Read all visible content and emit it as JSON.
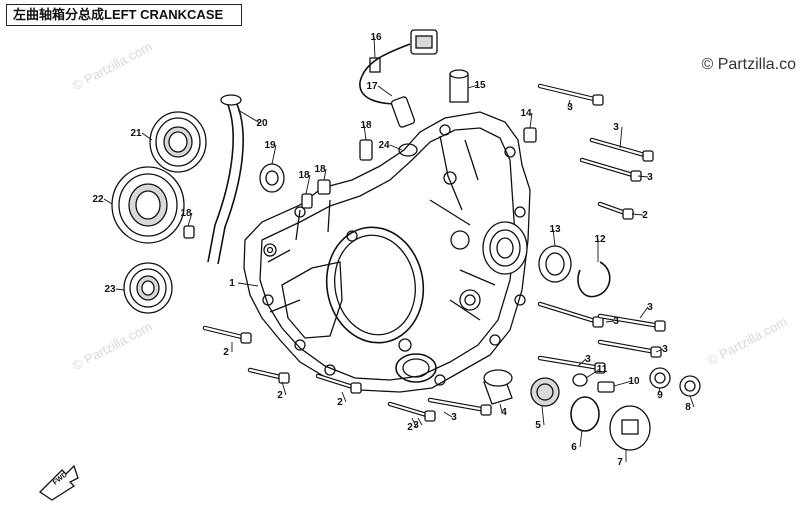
{
  "title": "左曲轴箱分总成LEFT CRANKCASE",
  "watermark": "© Partzilla.com",
  "watermark_corner": "© Partzilla.co",
  "fwd_label": "FWD",
  "callouts": [
    {
      "n": "1"
    },
    {
      "n": "2"
    },
    {
      "n": "2"
    },
    {
      "n": "2"
    },
    {
      "n": "2"
    },
    {
      "n": "2"
    },
    {
      "n": "3"
    },
    {
      "n": "3"
    },
    {
      "n": "3"
    },
    {
      "n": "3"
    },
    {
      "n": "3"
    },
    {
      "n": "3"
    },
    {
      "n": "3"
    },
    {
      "n": "3"
    },
    {
      "n": "4"
    },
    {
      "n": "5"
    },
    {
      "n": "6"
    },
    {
      "n": "7"
    },
    {
      "n": "8"
    },
    {
      "n": "9"
    },
    {
      "n": "10"
    },
    {
      "n": "11"
    },
    {
      "n": "12"
    },
    {
      "n": "13"
    },
    {
      "n": "14"
    },
    {
      "n": "15"
    },
    {
      "n": "16"
    },
    {
      "n": "17"
    },
    {
      "n": "18"
    },
    {
      "n": "18"
    },
    {
      "n": "18"
    },
    {
      "n": "18"
    },
    {
      "n": "19"
    },
    {
      "n": "20"
    },
    {
      "n": "21"
    },
    {
      "n": "22"
    },
    {
      "n": "23"
    },
    {
      "n": "24"
    },
    {
      "n": "3"
    }
  ]
}
